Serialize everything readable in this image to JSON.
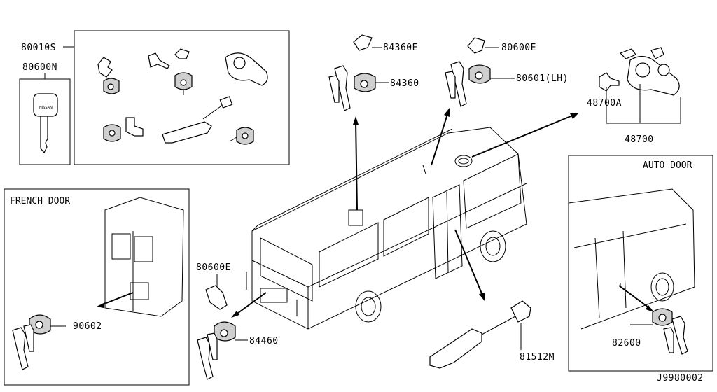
{
  "diagram": {
    "part_numbers": {
      "p80010S": "80010S",
      "p80600N": "80600N",
      "p84360E": "84360E",
      "p84360": "84360",
      "p80600E_top": "80600E",
      "p80601LH": "80601(LH)",
      "p48700A": "48700A",
      "p48700": "48700",
      "p80600E_mid": "80600E",
      "p84460": "84460",
      "p90602": "90602",
      "p81512M": "81512M",
      "p82600": "82600"
    },
    "boxes": {
      "french_door": "FRENCH DOOR",
      "auto_door": "AUTO DOOR"
    },
    "key_logo": "NISSAN",
    "diagram_code": "J9980002"
  }
}
